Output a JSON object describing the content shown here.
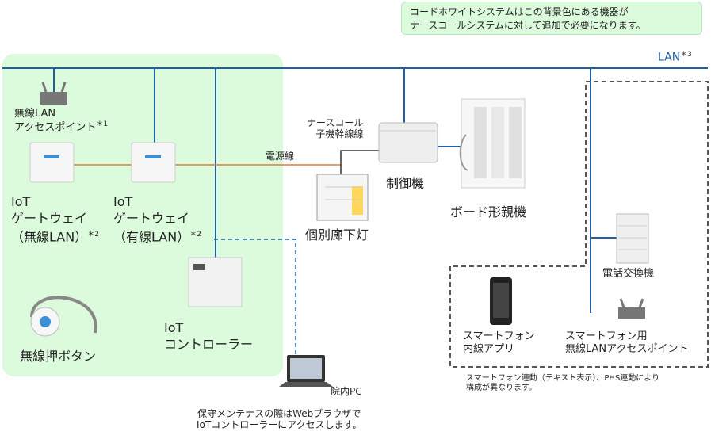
{
  "note": {
    "line1": "コードホワイトシステムはこの背景色にある機器が",
    "line2": "ナースコールシステムに対して追加で必要になります。"
  },
  "lan": {
    "label": "LAN",
    "mark": "＊3"
  },
  "devices": {
    "wireless_ap": {
      "line1": "無線LAN",
      "line2": "アクセスポイント",
      "mark": "＊1"
    },
    "iot_gw_wireless": {
      "line1": "IoT",
      "line2": "ゲートウェイ",
      "line3": "（無線LAN）",
      "mark": "＊2"
    },
    "iot_gw_wired": {
      "line1": "IoT",
      "line2": "ゲートウェイ",
      "line3": "（有線LAN）",
      "mark": "＊2"
    },
    "iot_controller": {
      "line1": "IoT",
      "line2": "コントローラー"
    },
    "wireless_button": {
      "label": "無線押ボタン"
    },
    "nurse_call_line": {
      "line1": "ナースコール",
      "line2": "子機幹線線"
    },
    "control_unit": {
      "label": "制御機"
    },
    "board_master": {
      "label": "ボード形親機"
    },
    "corridor_light": {
      "label": "個別廊下灯"
    },
    "power_line": {
      "label": "電源線"
    },
    "pbx": {
      "label": "電話交換機"
    },
    "smartphone_app": {
      "line1": "スマートフォン",
      "line2": "内線アプリ"
    },
    "smartphone_ap": {
      "line1": "スマートフォン用",
      "line2": "無線LANアクセスポイント"
    },
    "pc": {
      "label": "院内PC"
    }
  },
  "footnotes": {
    "smartphone_note_line1": "スマートフォン連動（テキスト表示）、PHS連動により",
    "smartphone_note_line2": "構成が異なります。",
    "pc_note_line1": "保守メンテナスの際はWebブラウザで",
    "pc_note_line2": "IoTコントローラーにアクセスします。"
  },
  "colors": {
    "lan_line": "#1f5fa6",
    "power_line": "#e07a3a",
    "green_zone": "#dcfadc",
    "dashed_box": "#555555"
  }
}
